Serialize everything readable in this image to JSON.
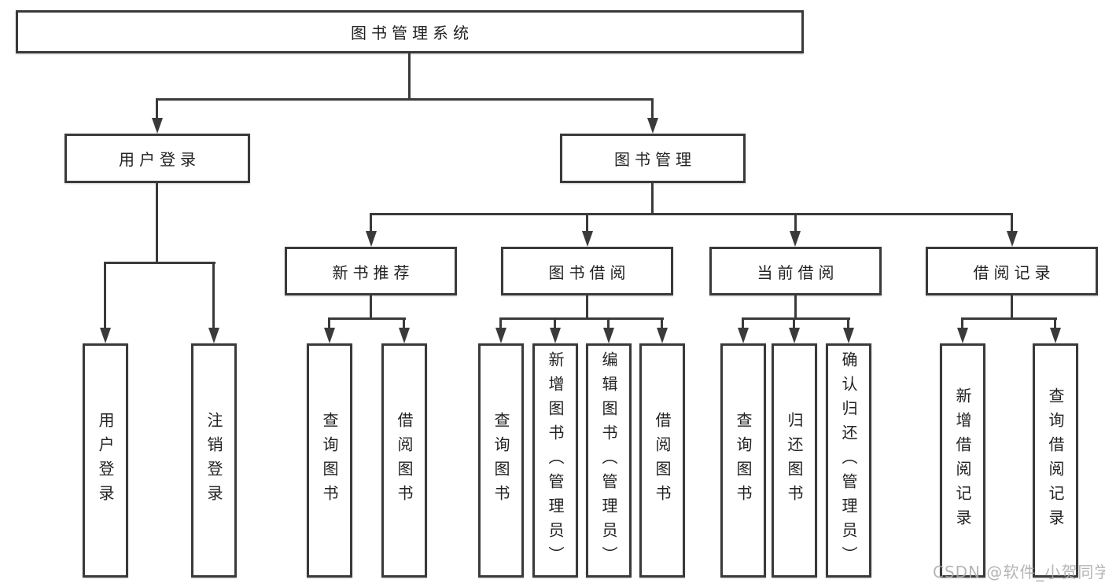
{
  "tree": {
    "label": "图书管理系统",
    "children": [
      {
        "label": "用户登录",
        "children": [
          {
            "label": "用户登录"
          },
          {
            "label": "注销登录"
          }
        ]
      },
      {
        "label": "图书管理",
        "children": [
          {
            "label": "新书推荐",
            "children": [
              {
                "label": "查询图书"
              },
              {
                "label": "借阅图书"
              }
            ]
          },
          {
            "label": "图书借阅",
            "children": [
              {
                "label": "查询图书"
              },
              {
                "label": "新增图书（管理员）"
              },
              {
                "label": "编辑图书（管理员）"
              },
              {
                "label": "借阅图书"
              }
            ]
          },
          {
            "label": "当前借阅",
            "children": [
              {
                "label": "查询图书"
              },
              {
                "label": "归还图书"
              },
              {
                "label": "确认归还（管理员）"
              }
            ]
          },
          {
            "label": "借阅记录",
            "children": [
              {
                "label": "新增借阅记录"
              },
              {
                "label": "查询借阅记录"
              }
            ]
          }
        ]
      }
    ]
  },
  "watermark": "CSDN @软件_小贺同学",
  "colors": {
    "line": "#3a3a3a",
    "text": "#222222",
    "watermark": "#a9a9a9",
    "background": "#ffffff"
  }
}
